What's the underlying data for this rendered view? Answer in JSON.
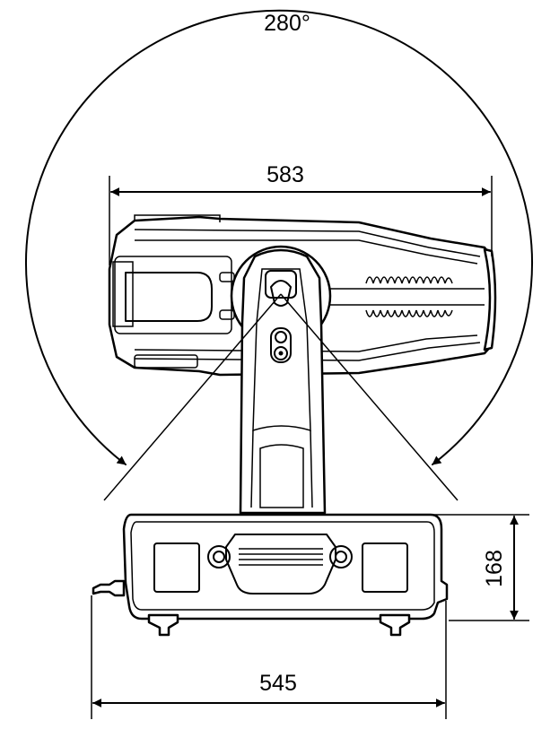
{
  "dimensions": {
    "rotation": "280°",
    "head_length": "583",
    "base_height": "168",
    "base_width": "545"
  },
  "colors": {
    "line": "#000000",
    "background": "#ffffff"
  }
}
